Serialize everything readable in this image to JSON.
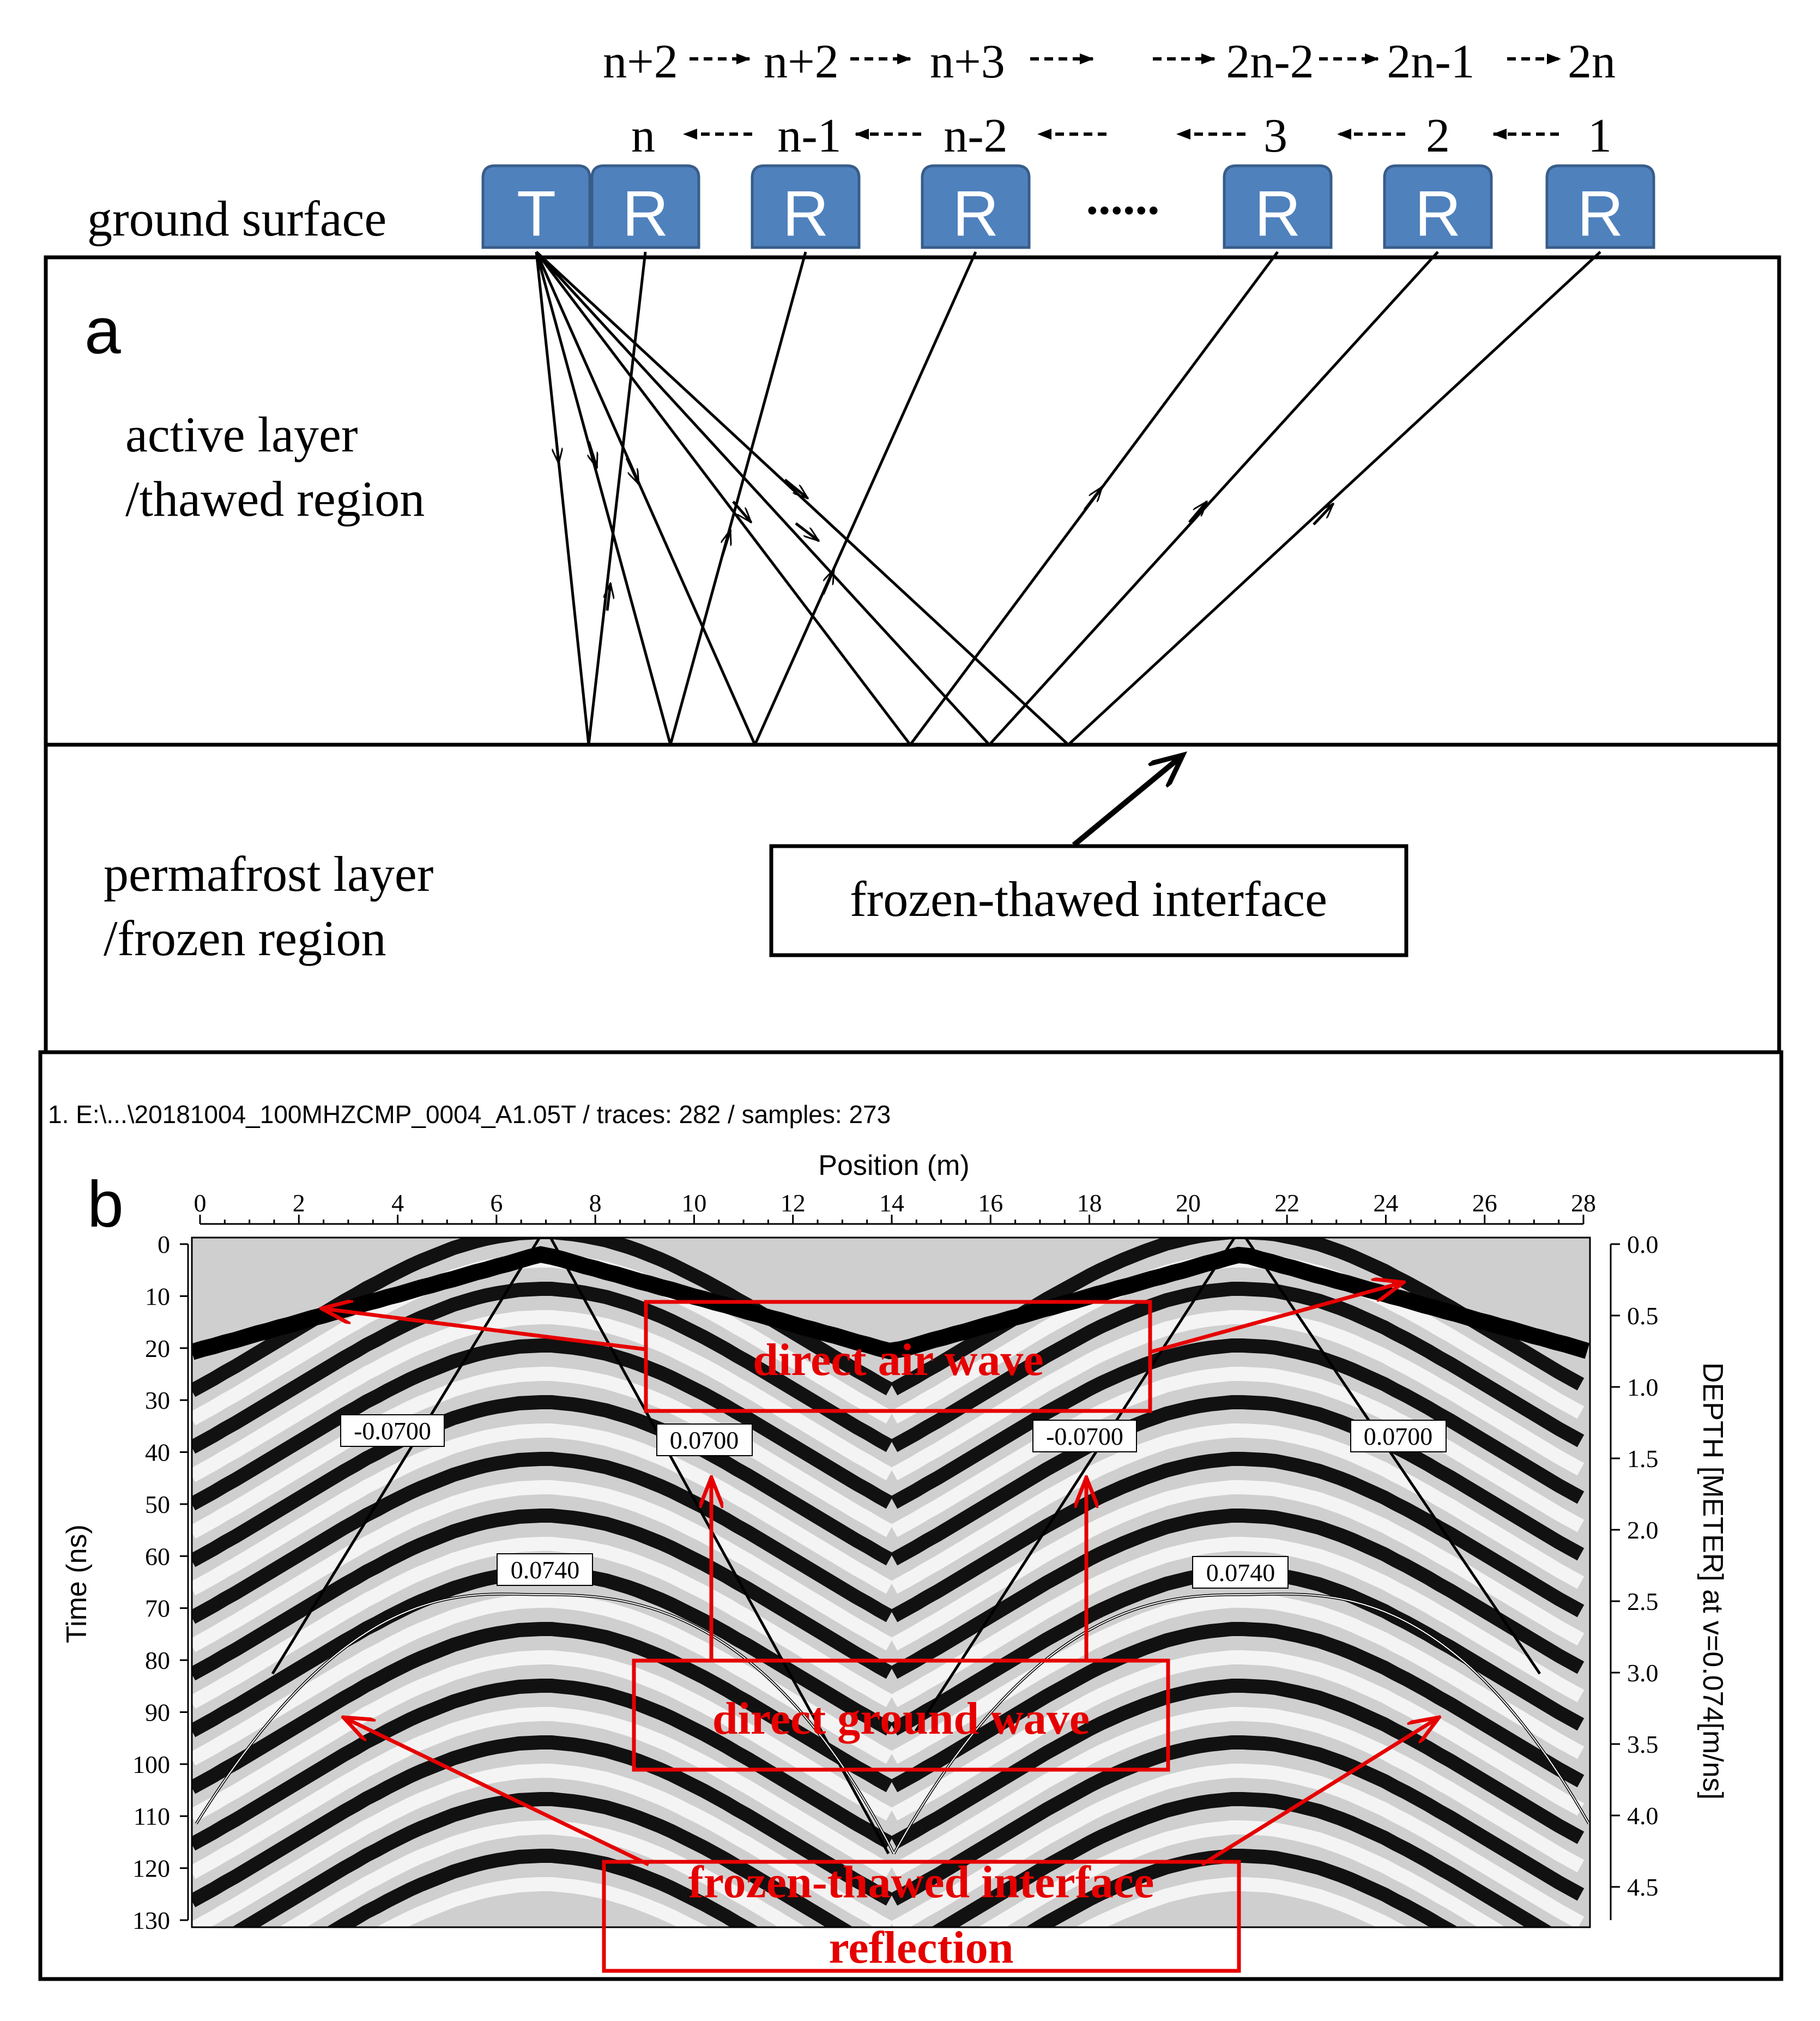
{
  "panel_a": {
    "label": "a",
    "ground_surface_label": "ground surface",
    "sequence_top": [
      "n+2",
      "n+2",
      "n+3",
      "2n-2",
      "2n-1",
      "2n"
    ],
    "sequence_bottom": [
      "n",
      "n-1",
      "n-2",
      "3",
      "2",
      "1"
    ],
    "antennas": [
      "T",
      "R",
      "R",
      "R",
      "R",
      "R",
      "R"
    ],
    "ellipsis": "......",
    "upper_layer_label": [
      "active layer",
      "/thawed region"
    ],
    "lower_layer_label": [
      "permafrost layer",
      "/frozen region"
    ],
    "interface_label": "frozen-thawed interface",
    "colors": {
      "antenna_fill": "#4f81bd",
      "antenna_stroke": "#385d8a",
      "antenna_text": "#ffffff"
    }
  },
  "panel_b": {
    "label": "b",
    "file_info": "1. E:\\...\\20181004_100MHZCMP_0004_A1.05T  / traces: 282 / samples: 273",
    "x_axis_title": "Position (m)",
    "x_ticks": [
      "0",
      "2",
      "4",
      "6",
      "8",
      "10",
      "12",
      "14",
      "16",
      "18",
      "20",
      "22",
      "24",
      "26",
      "28"
    ],
    "y_axis_title": "Time (ns)",
    "y_ticks": [
      "0",
      "10",
      "20",
      "30",
      "40",
      "50",
      "60",
      "70",
      "80",
      "90",
      "100",
      "110",
      "120",
      "130"
    ],
    "right_axis_title": "DEPTH [METER] at v=0.074[m/ns]",
    "right_ticks": [
      "0.0",
      "0.5",
      "1.0",
      "1.5",
      "2.0",
      "2.5",
      "3.0",
      "3.5",
      "4.0",
      "4.5"
    ],
    "fitted_velocities": [
      "-0.0700",
      "0.0700",
      "-0.0700",
      "0.0700",
      "0.0740",
      "0.0740"
    ],
    "annotations": {
      "air": "direct air wave",
      "ground": "direct ground wave",
      "reflection": [
        "frozen-thawed interface",
        "reflection"
      ]
    },
    "colors": {
      "annotation": "#e60000"
    }
  }
}
